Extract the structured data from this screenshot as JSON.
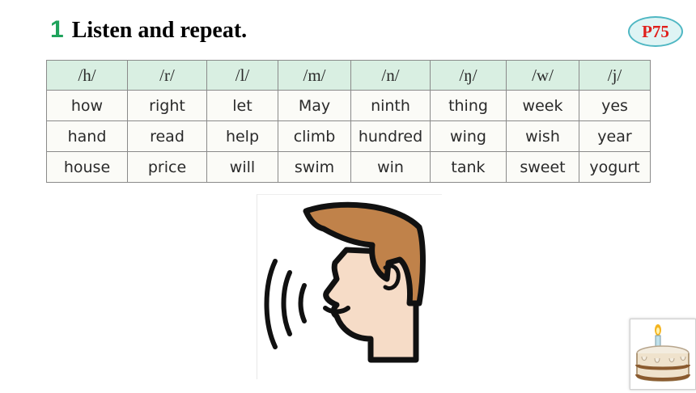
{
  "activity": {
    "number": "1",
    "title": "Listen and repeat.",
    "page": "P75"
  },
  "table": {
    "headers": [
      "/h/",
      "/r/",
      "/l/",
      "/m/",
      "/n/",
      "/ŋ/",
      "/w/",
      "/j/"
    ],
    "rows": [
      [
        "how",
        "right",
        "let",
        "May",
        "ninth",
        "thing",
        "week",
        "yes"
      ],
      [
        "hand",
        "read",
        "help",
        "climb",
        "hundred",
        "wing",
        "wish",
        "year"
      ],
      [
        "house",
        "price",
        "will",
        "swim",
        "win",
        "tank",
        "sweet",
        "yogurt"
      ]
    ]
  },
  "illustration": {
    "icon": "speaking-head-icon"
  },
  "corner": {
    "icon": "birthday-cake-icon"
  },
  "colors": {
    "accent_green": "#1fa35c",
    "header_bg": "#d9efe2",
    "badge_text": "#e0201c",
    "badge_border": "#4fb7c3",
    "hair": "#c0824a",
    "skin": "#f6dcc7"
  }
}
